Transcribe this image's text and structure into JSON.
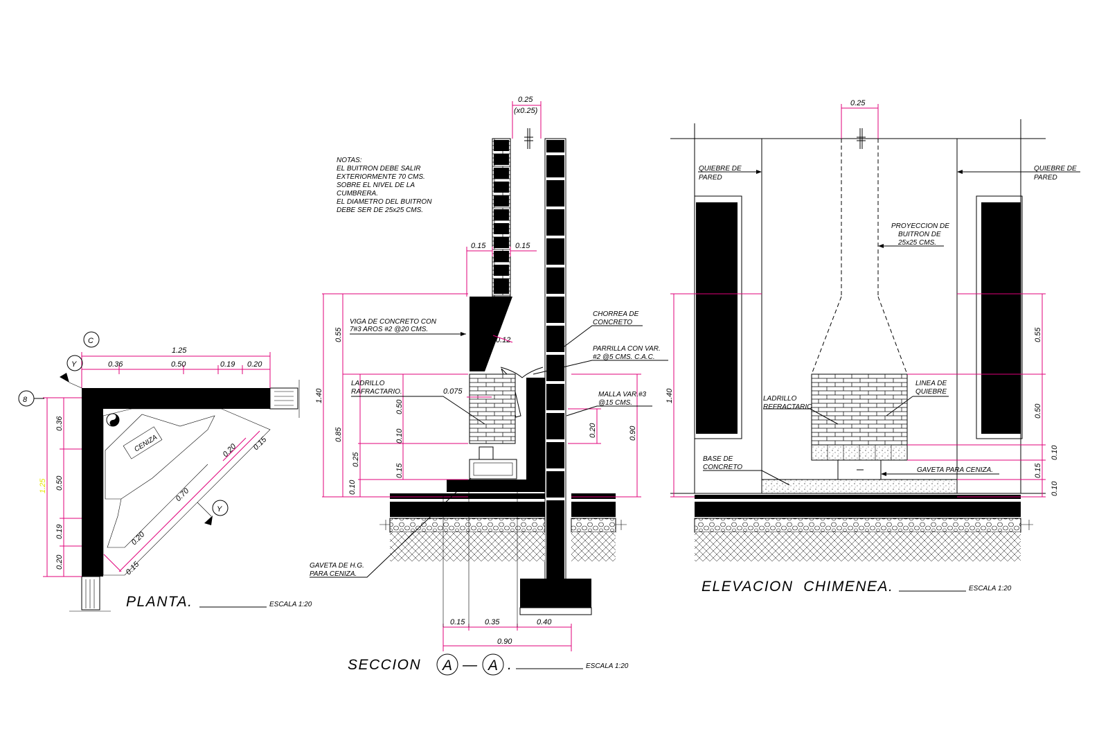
{
  "planta": {
    "grid_c": "C",
    "grid_y": "Y",
    "grid_8": "8",
    "section_marker": "Y",
    "dim_total": "1.25",
    "dim_036": "0.36",
    "dim_050": "0.50",
    "dim_019": "0.19",
    "dim_020": "0.20",
    "dim_v_036": "0.36",
    "dim_v_050": "0.50",
    "dim_v_019": "0.19",
    "dim_v_020": "0.20",
    "dim_v_total": "1.25",
    "diag_070": "0.70",
    "diag_020a": "0.20",
    "diag_015a": "0.15",
    "diag_020b": "0.20",
    "diag_015b": "0.15",
    "ceniza_label": "CENIZA",
    "title": "PLANTA.",
    "scale": "ESCALA 1:20"
  },
  "seccion": {
    "notes": [
      "NOTAS:",
      "EL BUITRON DEBE SALIR",
      "EXTERIORMENTE 70 CMS.",
      "SOBRE EL NIVEL DE LA",
      "CUMBRERA.",
      "EL DIAMETRO DEL BUITRON",
      "DEBE SER DE 25x25 CMS."
    ],
    "dim_top": "0.25",
    "dim_top_sub": "(x0.25)",
    "dim_015_left": "0.15",
    "dim_015_right": "0.15",
    "dim_012": "0.12",
    "dim_0075": "0.075",
    "dim_140": "1.40",
    "dim_055": "0.55",
    "dim_085": "0.85",
    "dim_025": "0.25",
    "dim_010": "0.10",
    "dim_050": "0.50",
    "dim_010b": "0.10",
    "dim_015b": "0.15",
    "dim_020r": "0.20",
    "dim_090r": "0.90",
    "dim_b015": "0.15",
    "dim_b035": "0.35",
    "dim_b040": "0.40",
    "dim_b090": "0.90",
    "lbl_viga_1": "VIGA DE CONCRETO CON",
    "lbl_viga_2": "7#3 AROS #2 @20 CMS.",
    "lbl_ladrillo_1": "LADRILLO",
    "lbl_ladrillo_2": "RAFRACTARIO.",
    "lbl_chorrea_1": "CHORREA DE",
    "lbl_chorrea_2": "CONCRETO",
    "lbl_parrilla_1": "PARRILLA CON VAR.",
    "lbl_parrilla_2": "#2 @5 CMS. C.A.C.",
    "lbl_malla_1": "MALLA VAR.#3",
    "lbl_malla_2": "@15 CMS.",
    "lbl_gaveta_1": "GAVETA DE H.G.",
    "lbl_gaveta_2": "PARA CENIZA.",
    "title": "SECCION",
    "title_a1": "A",
    "title_dash": "—",
    "title_a2": "A",
    "title_dot": ".",
    "scale": "ESCALA 1:20"
  },
  "elevacion": {
    "dim_top": "0.25",
    "lbl_quiebre_l_1": "QUIEBRE DE",
    "lbl_quiebre_l_2": "PARED",
    "lbl_quiebre_r_1": "QUIEBRE DE",
    "lbl_quiebre_r_2": "PARED",
    "lbl_proy_1": "PROYECCION DE",
    "lbl_proy_2": "BUITRON DE",
    "lbl_proy_3": "25x25 CMS.",
    "lbl_linea_1": "LINEA DE",
    "lbl_linea_2": "QUIEBRE",
    "lbl_ladrillo_1": "LADRILLO",
    "lbl_ladrillo_2": "REFRACTARIO",
    "lbl_base_1": "BASE DE",
    "lbl_base_2": "CONCRETO",
    "lbl_gaveta": "GAVETA PARA CENIZA.",
    "dim_140": "1.40",
    "dim_055": "0.55",
    "dim_050": "0.50",
    "dim_010a": "0.10",
    "dim_015": "0.15",
    "dim_010b": "0.10",
    "title": "ELEVACION  CHIMENEA.",
    "scale": "ESCALA 1:20"
  },
  "colors": {
    "line": "#000000",
    "dimension": "#e0007a",
    "highlight_dimension": "#e6e600",
    "background": "#ffffff"
  }
}
